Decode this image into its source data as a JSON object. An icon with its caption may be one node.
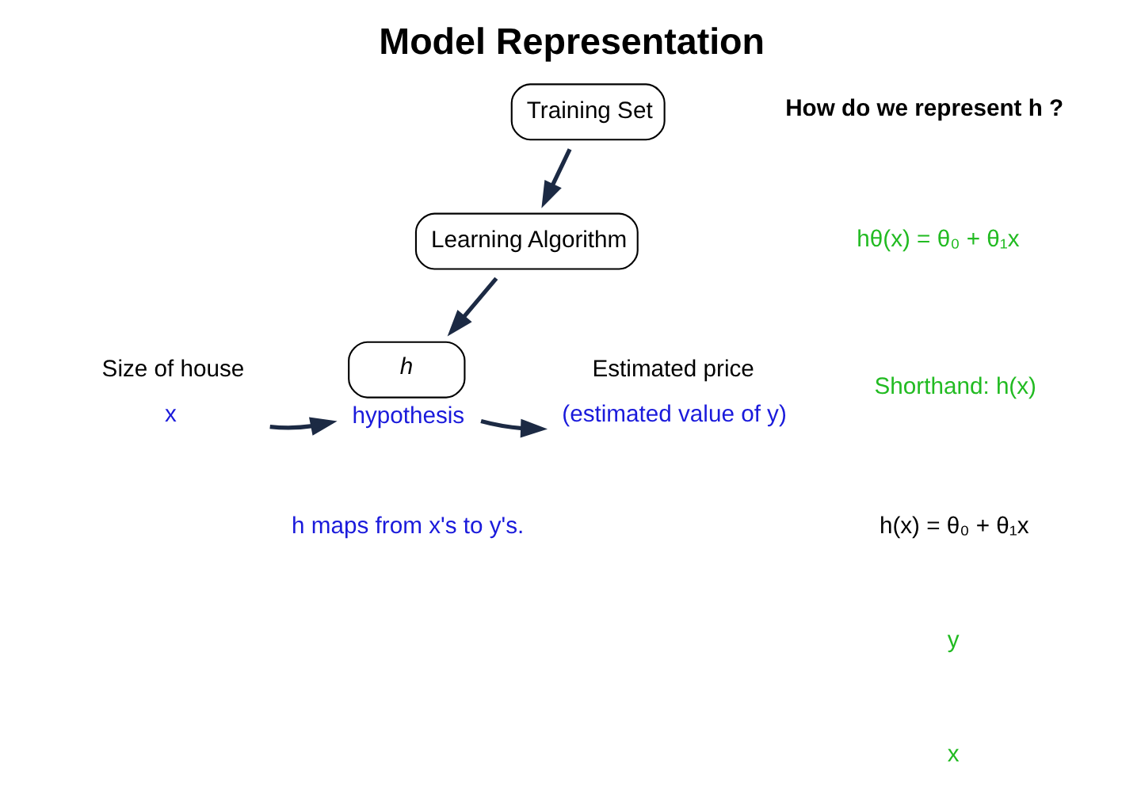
{
  "diagram": {
    "title": "Model Representation",
    "nodes": [
      {
        "text": [
          "Training Set"
        ]
      },
      {
        "text": [
          "Learning Algorithm"
        ]
      },
      {
        "text": [
          "h"
        ],
        "beside": [
          "hypothesis"
        ]
      },
      {
        "text": [
          "Size of house"
        ],
        "beside": [
          "x"
        ]
      },
      {
        "text": [
          "Estimated price"
        ],
        "beside": [
          "(estimated value of y)"
        ]
      }
    ],
    "edges": [
      {
        "from": 0,
        "to": 1,
        "arrow": "to"
      },
      {
        "from": 1,
        "to": 2,
        "arrow": "to"
      },
      {
        "from": 3,
        "to": 2,
        "arrow": "to"
      },
      {
        "from": 2,
        "to": 4,
        "arrow": "to"
      }
    ],
    "labels": [
      "h maps from x's to y's.",
      "How do we represent h ?",
      "hθ(x) = θ₀ + θ₁x",
      "Shorthand: h(x)",
      "h(x) = θ₀ + θ₁x",
      "y",
      "x"
    ]
  }
}
